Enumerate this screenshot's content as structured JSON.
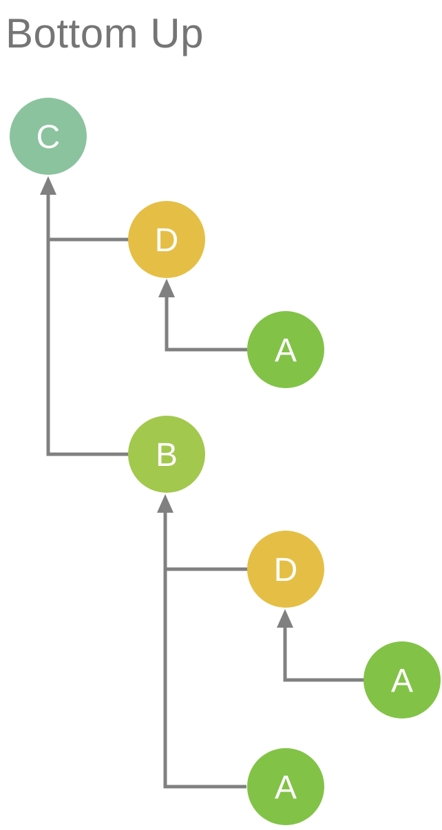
{
  "title": "Bottom Up",
  "colors": {
    "background": "#FFFFFF",
    "title": "#757575",
    "connector": "#808080",
    "node_label": "#FFFFFF",
    "teal": "#8BC39E",
    "gold": "#E5BF45",
    "green": "#82C347",
    "yellow_green": "#A3C84E"
  },
  "nodes": [
    {
      "id": "c",
      "label": "C",
      "color": "#8BC39E"
    },
    {
      "id": "d1",
      "label": "D",
      "color": "#E5BF45"
    },
    {
      "id": "a1",
      "label": "A",
      "color": "#82C347"
    },
    {
      "id": "b",
      "label": "B",
      "color": "#A3C84E"
    },
    {
      "id": "d2",
      "label": "D",
      "color": "#E5BF45"
    },
    {
      "id": "a2",
      "label": "A",
      "color": "#82C347"
    },
    {
      "id": "a3",
      "label": "A",
      "color": "#82C347"
    }
  ],
  "edges": [
    {
      "from": "d1",
      "to": "c"
    },
    {
      "from": "b",
      "to": "c"
    },
    {
      "from": "a1",
      "to": "d1"
    },
    {
      "from": "d2",
      "to": "b"
    },
    {
      "from": "a3",
      "to": "b"
    },
    {
      "from": "a2",
      "to": "d2"
    }
  ]
}
